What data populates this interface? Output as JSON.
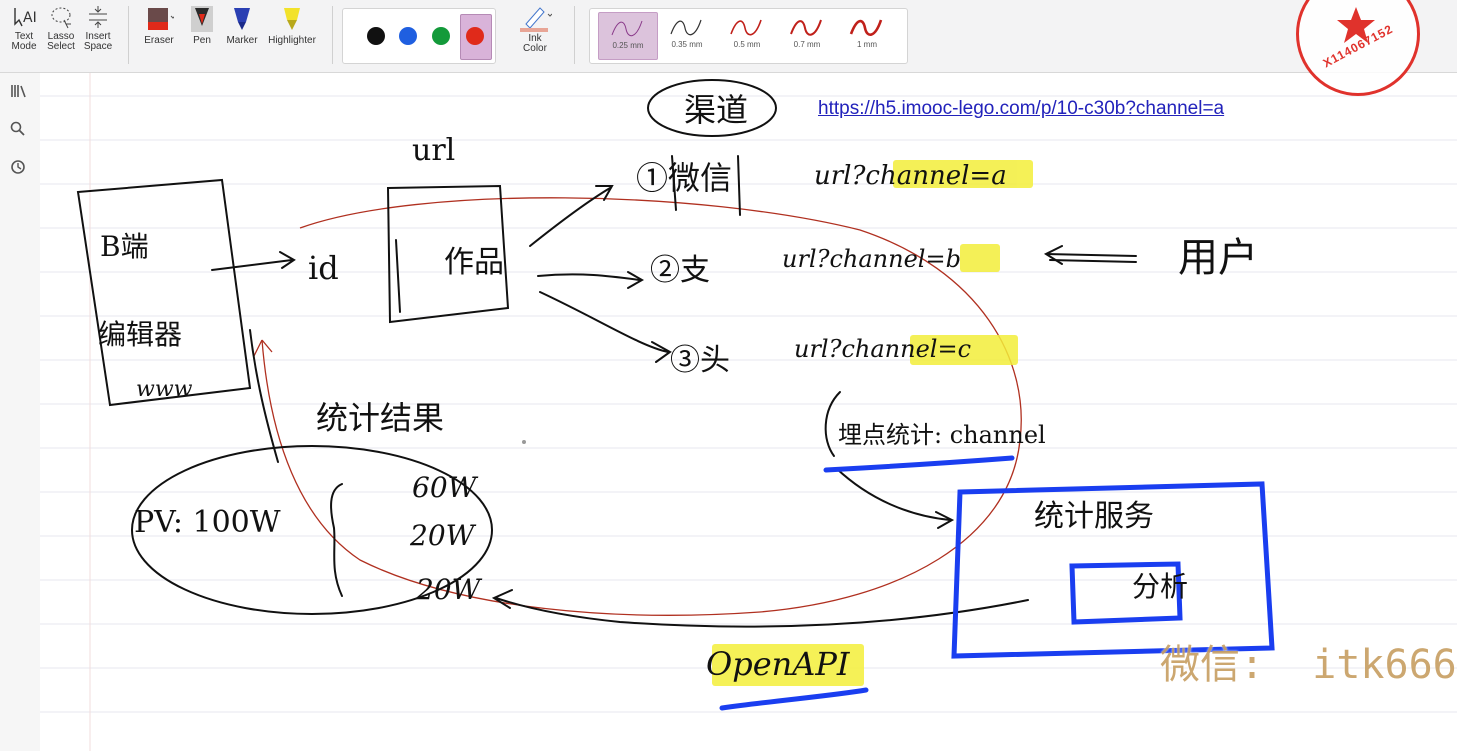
{
  "toolbar": {
    "tools": [
      {
        "id": "text-mode",
        "label": "Text\nMode"
      },
      {
        "id": "lasso-select",
        "label": "Lasso\nSelect"
      },
      {
        "id": "insert-space",
        "label": "Insert\nSpace"
      },
      {
        "id": "eraser",
        "label": "Eraser"
      },
      {
        "id": "pen",
        "label": "Pen"
      },
      {
        "id": "marker",
        "label": "Marker"
      },
      {
        "id": "highlighter",
        "label": "Highlighter"
      },
      {
        "id": "ink-color",
        "label": "Ink\nColor"
      }
    ],
    "colors": [
      "#111111",
      "#1f5fe0",
      "#139a3a",
      "#e02a1a"
    ],
    "selected_color": "#e02a1a",
    "stroke_widths": [
      "0.25 mm",
      "0.35 mm",
      "0.5 mm",
      "0.7 mm",
      "1 mm"
    ],
    "selected_width": "0.25 mm"
  },
  "sidebar": {
    "icons": [
      "library-icon",
      "search-icon",
      "history-icon"
    ]
  },
  "canvas": {
    "link": "https://h5.imooc-lego.com/p/10-c30b?channel=a",
    "handwriting": {
      "url_label": "url",
      "channels_title": "渠道",
      "item1": "①微信",
      "item2": "②支",
      "item3": "③头",
      "url_a": "url?channel=a",
      "url_b": "url?channel=b",
      "url_c": "url?channel=c",
      "user": "用户",
      "left_box_1": "B端",
      "left_box_2": "编辑器",
      "left_box_3": "www",
      "id_label": "id",
      "work_box": "作品",
      "stats_result": "统计结果",
      "pv": "PV: 100W",
      "pv_60": "60W",
      "pv_20a": "20W",
      "pv_20b": "20W",
      "tracking": "埋点统计: channel",
      "stats_service": "统计服务",
      "analysis": "分析",
      "open_api": "OpenAPI"
    }
  },
  "stamp": {
    "text": "X114067152"
  },
  "watermark": {
    "text": "微信:  itk666"
  }
}
